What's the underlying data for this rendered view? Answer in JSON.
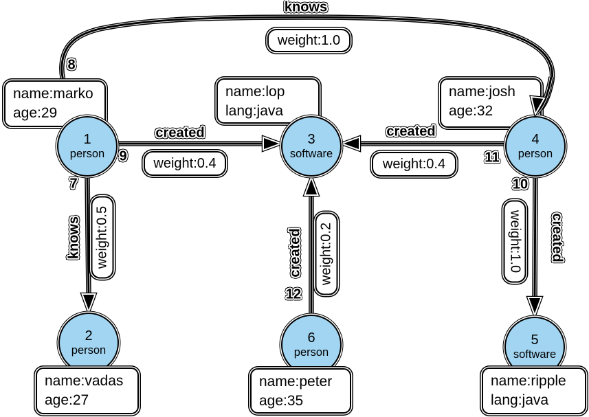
{
  "colors": {
    "background": "#FFFFFF",
    "vertex_fill": "#A2D5F2",
    "outline": "#000000",
    "box_fill": "#FFFFFF"
  },
  "vertices": [
    {
      "id": "1",
      "type": "person",
      "properties": [
        "name:marko",
        "age:29"
      ]
    },
    {
      "id": "2",
      "type": "person",
      "properties": [
        "name:vadas",
        "age:27"
      ]
    },
    {
      "id": "3",
      "type": "software",
      "properties": [
        "name:lop",
        "lang:java"
      ]
    },
    {
      "id": "4",
      "type": "person",
      "properties": [
        "name:josh",
        "age:32"
      ]
    },
    {
      "id": "5",
      "type": "software",
      "properties": [
        "name:ripple",
        "lang:java"
      ]
    },
    {
      "id": "6",
      "type": "person",
      "properties": [
        "name:peter",
        "age:35"
      ]
    }
  ],
  "edges": [
    {
      "id": "8",
      "label": "knows",
      "weight": "weight:1.0",
      "from": "1",
      "to": "4"
    },
    {
      "id": "9",
      "label": "created",
      "weight": "weight:0.4",
      "from": "1",
      "to": "3"
    },
    {
      "id": "11",
      "label": "created",
      "weight": "weight:0.4",
      "from": "4",
      "to": "3"
    },
    {
      "id": "7",
      "label": "knows",
      "weight": "weight:0.5",
      "from": "1",
      "to": "2"
    },
    {
      "id": "12",
      "label": "created",
      "weight": "weight:0.2",
      "from": "6",
      "to": "3"
    },
    {
      "id": "10",
      "label": "created",
      "weight": "weight:1.0",
      "from": "4",
      "to": "5"
    }
  ]
}
